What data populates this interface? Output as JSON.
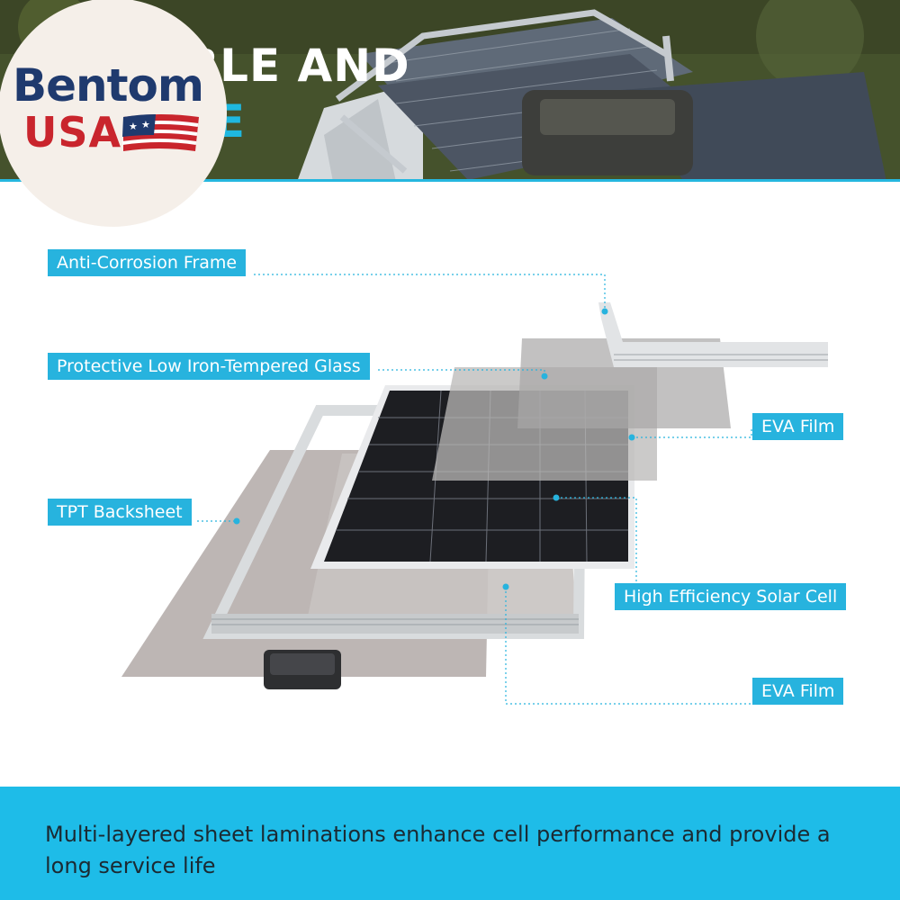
{
  "header": {
    "title_line1": "BLE AND",
    "title_line2": "LE",
    "accent_color": "#25b7df"
  },
  "logo": {
    "brand_top": "Bentom",
    "brand_bottom": "USA",
    "colors": {
      "navy": "#1f3a6e",
      "red": "#c9252d",
      "badge": "#f5efe9"
    }
  },
  "diagram": {
    "callouts": [
      {
        "label": "Anti-Corrosion Frame"
      },
      {
        "label": "Protective Low Iron-Tempered Glass"
      },
      {
        "label": "TPT Backsheet"
      },
      {
        "label": "EVA Film"
      },
      {
        "label": "High Efficiency Solar Cell"
      },
      {
        "label": "EVA Film"
      }
    ],
    "callout_color": "#27b3de"
  },
  "footer": {
    "text": "Multi-layered sheet laminations enhance cell performance and provide a long service life",
    "background": "#1ebce8"
  }
}
